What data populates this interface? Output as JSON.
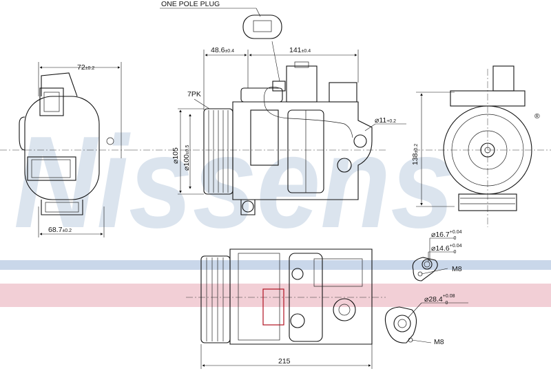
{
  "brand": {
    "watermark": "Nissens",
    "reg_mark": "®",
    "stripe_blue": "#c9d7ea",
    "stripe_red": "#f2cfd6",
    "watermark_color": "#dbe4ee"
  },
  "callouts": {
    "plug": "ONE POLE PLUG",
    "belt": "7PK"
  },
  "dims": {
    "d48": "48.6",
    "d48_tol": "±0.4",
    "d141": "141",
    "d141_tol": "±0.4",
    "d72": "72",
    "d72_tol": "±0.2",
    "d68": "68.7",
    "d68_tol": "±0.2",
    "d105": "⌀105",
    "d100": "⌀100",
    "d100_tol": "±0.5",
    "d138": "138",
    "d138_tol": "±0.2",
    "d11": "⌀11",
    "d11_tol": "+0.2",
    "d215": "215",
    "d16": "⌀16.7",
    "d16_up": "+0.04",
    "d16_lo": "0",
    "d14": "⌀14.6",
    "d14_up": "+0.04",
    "d14_lo": "0",
    "m8a": "M8",
    "d28": "⌀28.4",
    "d28_up": "+0.08",
    "d28_lo": "0",
    "m8b": "M8"
  }
}
